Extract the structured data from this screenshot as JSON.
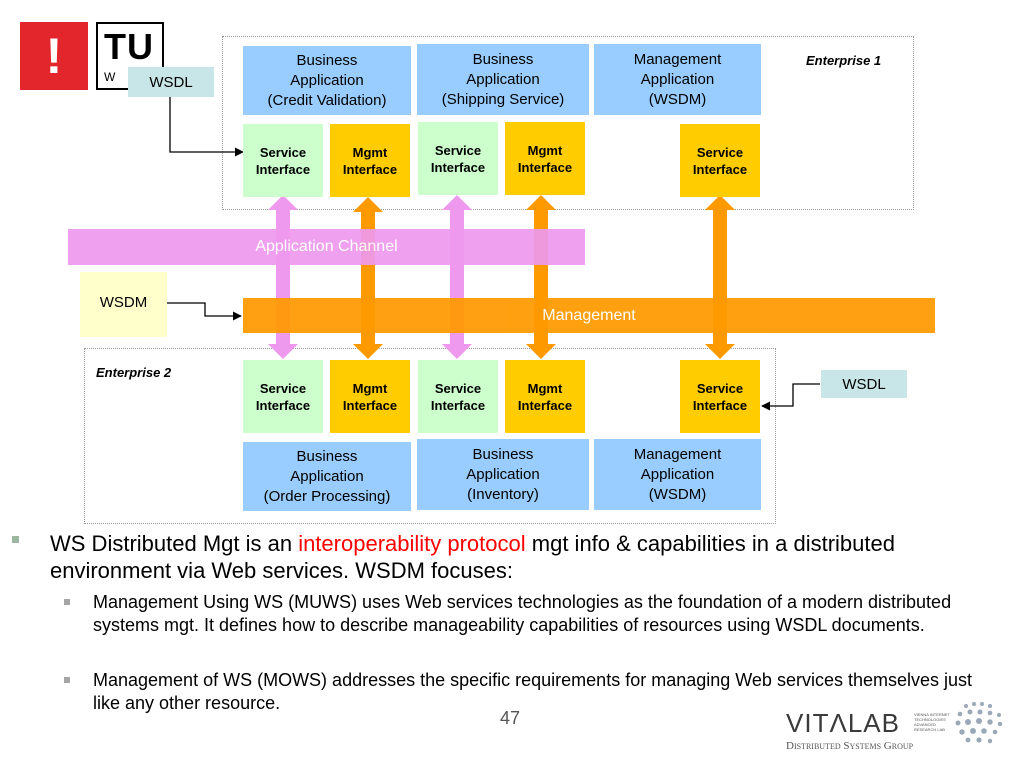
{
  "logos": {
    "exclaim": "!",
    "tu": "TU",
    "tu_sub": "W I",
    "vitalab": "VITΛLAB",
    "vitalab_small": "VIENNA INTERNET TECHNOLOGIES ADVANCED RESEARCH LAB",
    "dsg": "Distributed Systems Group"
  },
  "enterprise1": {
    "label": "Enterprise 1",
    "apps": [
      "Business\nApplication\n(Credit Validation)",
      "Business\nApplication\n(Shipping Service)",
      "Management\nApplication\n(WSDM)"
    ],
    "interfaces": [
      "Service\nInterface",
      "Mgmt\nInterface",
      "Service\nInterface",
      "Mgmt\nInterface",
      "Service\nInterface"
    ]
  },
  "enterprise2": {
    "label": "Enterprise 2",
    "apps": [
      "Business\nApplication\n(Order Processing)",
      "Business\nApplication\n(Inventory)",
      "Management\nApplication\n(WSDM)"
    ],
    "interfaces": [
      "Service\nInterface",
      "Mgmt\nInterface",
      "Service\nInterface",
      "Mgmt\nInterface",
      "Service\nInterface"
    ]
  },
  "wsdl_top": "WSDL",
  "wsdl_right": "WSDL",
  "wsdm": "WSDM",
  "app_channel": "Application Channel",
  "management_bar": "Management",
  "text": {
    "b1_pre": "WS Distributed Mgt is an ",
    "b1_highlight": "interoperability protocol",
    "b1_post": " mgt info & capabilities in a distributed environment via Web services. WSDM focuses:",
    "s1": "Management Using WS (MUWS) uses Web services technologies as the foundation of a modern distributed systems mgt. It defines how to describe manageability capabilities of resources using WSDL documents.",
    "s2": "Management of WS (MOWS) addresses the specific requirements for managing Web services themselves just like any other resource."
  },
  "page_number": "47",
  "colors": {
    "app": "#99ccff",
    "service": "#ccffcc",
    "mgmt": "#ffcc00",
    "app_channel": "#ee99ee",
    "management": "#ff9900",
    "highlight": "#ff0000"
  }
}
